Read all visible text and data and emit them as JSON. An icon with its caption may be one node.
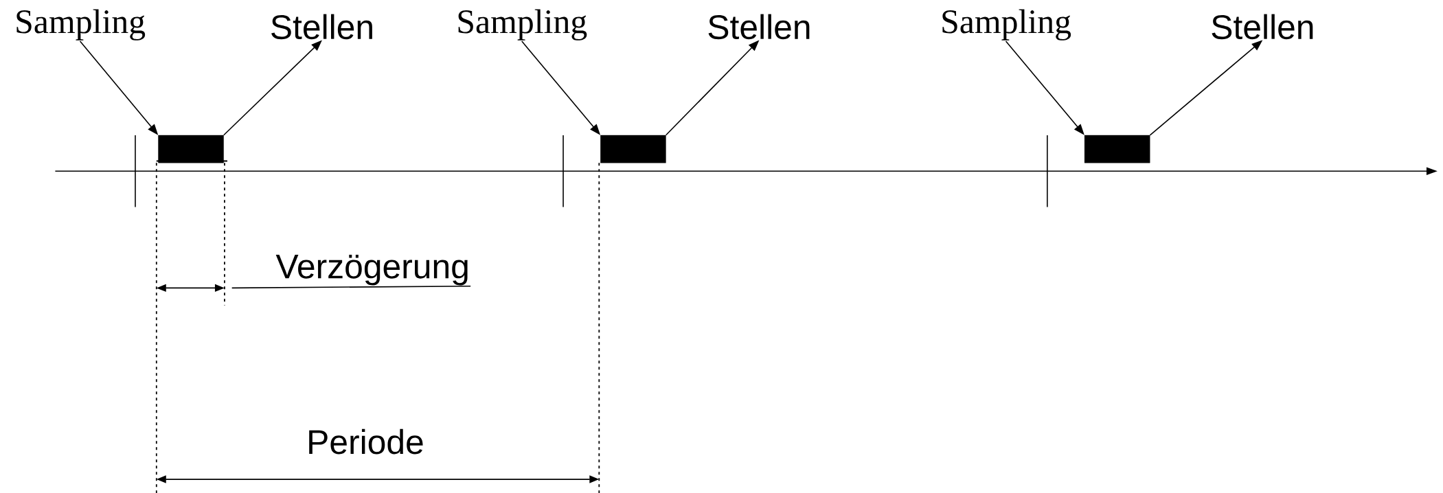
{
  "diagram": {
    "nodes": [
      {
        "text": [
          "Sampling"
        ]
      },
      {
        "text": [],
        "shape": "bar"
      },
      {
        "text": [
          "Stellen"
        ]
      },
      {
        "text": [
          "Sampling"
        ]
      },
      {
        "text": [],
        "shape": "bar"
      },
      {
        "text": [
          "Stellen"
        ]
      },
      {
        "text": [
          "Sampling"
        ]
      },
      {
        "text": [],
        "shape": "bar"
      },
      {
        "text": [
          "Stellen"
        ]
      },
      {
        "text": [
          "Verzögerung"
        ]
      }
    ],
    "edges": [
      {
        "from": 0,
        "to": 1,
        "arrow": "to"
      },
      {
        "from": 1,
        "to": 2,
        "arrow": "to"
      },
      {
        "from": 3,
        "to": 4,
        "arrow": "to"
      },
      {
        "from": 4,
        "to": 5,
        "arrow": "to"
      },
      {
        "from": 6,
        "to": 7,
        "arrow": "to"
      },
      {
        "from": 7,
        "to": 8,
        "arrow": "to"
      },
      {
        "from": 9,
        "to": null,
        "arrow": "none"
      }
    ],
    "labels": [
      "Periode"
    ]
  }
}
